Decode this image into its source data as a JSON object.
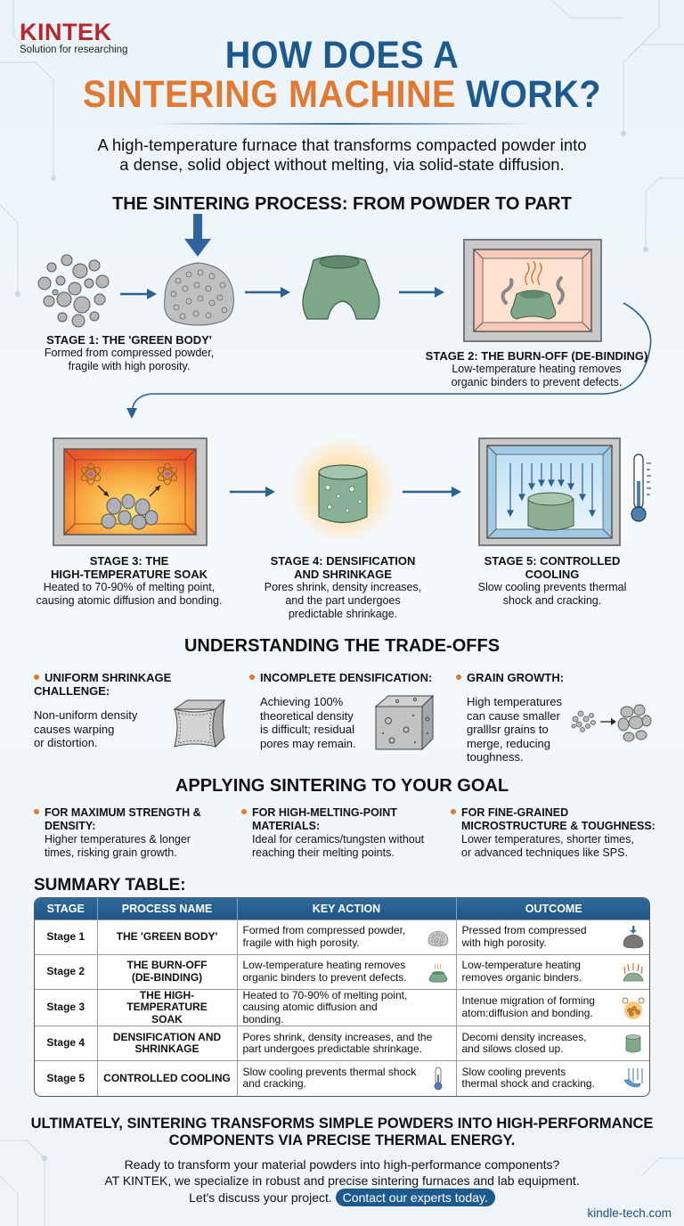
{
  "brand": {
    "logo_text": "KINTEK",
    "tagline": "Solution for researching",
    "colors": {
      "primary_blue": "#1e5a8d",
      "accent_orange": "#e07a32",
      "logo_red": "#b7282e"
    }
  },
  "header": {
    "title_line1": "HOW DOES A",
    "title_line2_orange": "SINTERING MACHINE",
    "title_line2_blue": "WORK?",
    "subtitle_line1": "A high-temperature furnace that transforms compacted powder into",
    "subtitle_line2": "a dense, solid object without melting, via solid-state diffusion."
  },
  "process": {
    "heading": "THE SINTERING PROCESS: FROM POWDER TO PART",
    "stages": [
      {
        "title": "STAGE 1: THE 'GREEN BODY'",
        "desc_line1": "Formed from compressed powder,",
        "desc_line2": "fragile with high porosity."
      },
      {
        "title": "STAGE 2: THE BURN-OFF (DE-BINDING)",
        "desc_line1": "Low-temperature heating removes",
        "desc_line2": "organic binders to prevent defects."
      },
      {
        "title_line1": "STAGE 3: THE",
        "title_line2": "HIGH-TEMPERATURE SOAK",
        "desc_line1": "Heated to 70-90% of melting point,",
        "desc_line2": "causing atomic diffusion and bonding."
      },
      {
        "title_line1": "STAGE 4: DENSIFICATION",
        "title_line2": "AND SHRINKAGE",
        "desc_line1": "Pores shrink, density increases,",
        "desc_line2": "and the part undergoes",
        "desc_line3": "predictable shrinkage."
      },
      {
        "title_line1": "STAGE 5: CONTROLLED",
        "title_line2": "COOLING",
        "desc_line1": "Slow cooling prevents thermal",
        "desc_line2": "shock and cracking."
      }
    ]
  },
  "tradeoffs": {
    "heading": "UNDERSTANDING THE TRADE-OFFS",
    "items": [
      {
        "title": "UNIFORM SHRINKAGE CHALLENGE:",
        "lines": [
          "Non-uniform density",
          "causes warping",
          "or distortion."
        ]
      },
      {
        "title": "INCOMPLETE DENSIFICATION:",
        "lines": [
          "Achieving 100%",
          "theoretical density",
          "is difficult; residual",
          "pores may remain."
        ]
      },
      {
        "title": "GRAIN GROWTH:",
        "lines": [
          "High temperatures",
          "can cause smaller",
          "gralllsr grains to",
          "merge, reducing",
          "toughness."
        ]
      }
    ]
  },
  "goals": {
    "heading": "APPLYING SINTERING TO YOUR GOAL",
    "items": [
      {
        "title_line1": "FOR MAXIMUM STRENGTH &",
        "title_line2": "DENSITY:",
        "desc_line1": "Higher temperatures & longer",
        "desc_line2": "times, risking grain growth."
      },
      {
        "title_line1": "FOR HIGH-MELTING-POINT",
        "title_line2": "MATERIALS:",
        "desc_line1": "Ideal for ceramics/tungsten without",
        "desc_line2": "reaching their melting points."
      },
      {
        "title_line1": "FOR FINE-GRAINED",
        "title_line2": "MICROSTRUCTURE & TOUGHNESS:",
        "desc_line1": "Lower temperatures, shorter times,",
        "desc_line2": "or advanced techniques like SPS."
      }
    ]
  },
  "summary": {
    "heading": "SUMMARY TABLE:",
    "columns": [
      "STAGE",
      "PROCESS NAME",
      "KEY ACTION",
      "OUTCOME"
    ],
    "rows": [
      {
        "stage": "Stage 1",
        "process_line1": "THE 'GREEN BODY'",
        "process_line2": "",
        "action_line1": "Formed from compressed powder,",
        "action_line2": "fragile with high porosity.",
        "outcome_line1": "Pressed from compressed",
        "outcome_line2": "with high porosity."
      },
      {
        "stage": "Stage 2",
        "process_line1": "THE BURN-OFF",
        "process_line2": "(DE-BINDING)",
        "action_line1": "Low-temperature heating removes",
        "action_line2": "organic binders to prevent defects.",
        "outcome_line1": "Low-temperature heating",
        "outcome_line2": "removes organic binders."
      },
      {
        "stage": "Stage 3",
        "process_line1": "THE HIGH-TEMPERATURE",
        "process_line2": "SOAK",
        "action_line1": "Heated to 70-90% of melting point,",
        "action_line2": "causing atomic diffusion and bonding.",
        "outcome_line1": "Intenue migration of forming",
        "outcome_line2": "atom:diffusion and bonding."
      },
      {
        "stage": "Stage 4",
        "process_line1": "DENSIFICATION AND",
        "process_line2": "SHRINKAGE",
        "action_line1": "Pores shrink, density increases, and the",
        "action_line2": "part undergoes predictable shrinkage.",
        "outcome_line1": "Decomi density increases,",
        "outcome_line2": "and silows closed up."
      },
      {
        "stage": "Stage 5",
        "process_line1": "CONTROLLED COOLING",
        "process_line2": "",
        "action_line1": "Slow cooling prevents thermal shock",
        "action_line2": "and cracking.",
        "outcome_line1": "Slow cooling prevents",
        "outcome_line2": "thermal shock and cracking."
      }
    ]
  },
  "closing": {
    "headline_line1": "ULTIMATELY, SINTERING TRANSFORMS SIMPLE POWDERS INTO HIGH-PERFORMANCE",
    "headline_line2": "COMPONENTS VIA PRECISE THERMAL ENERGY.",
    "body_line1": "Ready to transform your material powders into high-performance components?",
    "body_line2": "AT KINTEK, we specialize in robust and precise sintering furnaces and lab equipment.",
    "body_line3": "Let's discuss your project.",
    "cta_label": "Contact our experts today.",
    "website": "kindle-tech.com"
  }
}
